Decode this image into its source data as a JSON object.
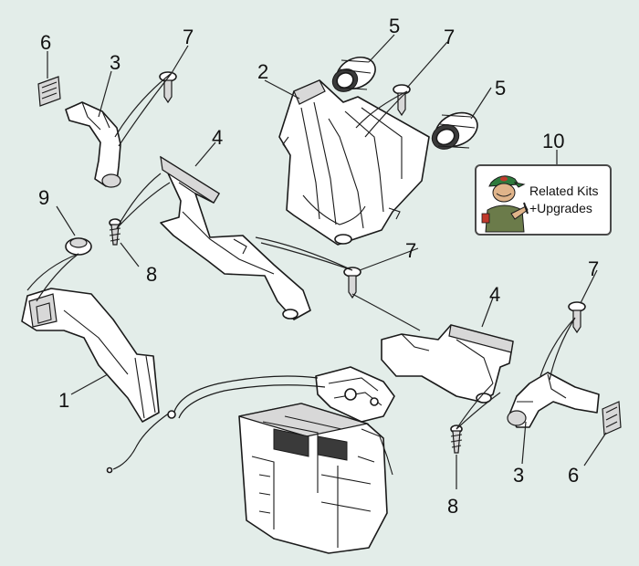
{
  "callouts": {
    "c1": "1",
    "c2": "2",
    "c3a": "3",
    "c3b": "3",
    "c4a": "4",
    "c4b": "4",
    "c5a": "5",
    "c5b": "5",
    "c6a": "6",
    "c6b": "6",
    "c7a": "7",
    "c7b": "7",
    "c7c": "7",
    "c7d": "7",
    "c8a": "8",
    "c8b": "8",
    "c9": "9",
    "c10": "10"
  },
  "kit_button": {
    "line1": "Related Kits",
    "line2": "+Upgrades"
  },
  "colors": {
    "background": "#e3ede9",
    "line": "#1a1a1a",
    "mechanic_cap": "#2f7a3d"
  }
}
